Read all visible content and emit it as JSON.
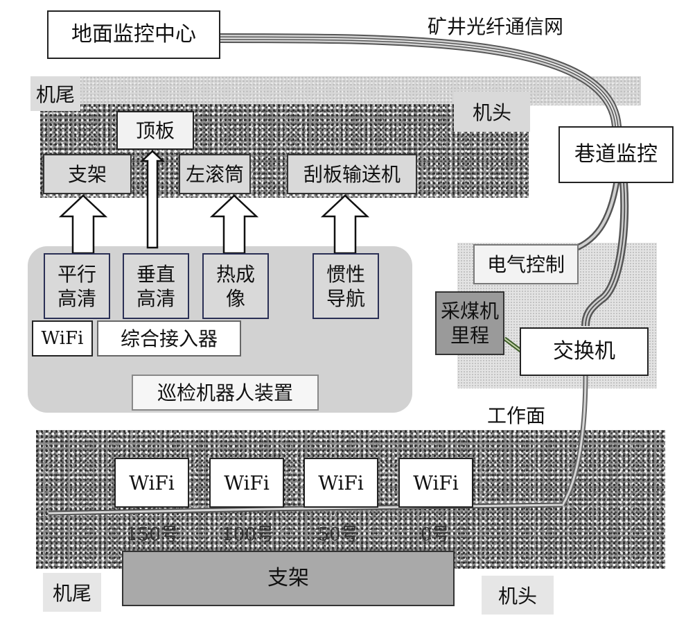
{
  "top": {
    "ground_center": "地面监控中心",
    "network_label": "矿井光纤通信网",
    "roadway_monitor": "巷道监控"
  },
  "upper_face": {
    "tail_label": "机尾",
    "head_label": "机头",
    "roof": "顶板",
    "support": "支架",
    "left_drum": "左滚筒",
    "scraper_conveyor": "刮板输送机"
  },
  "robot": {
    "sensors": [
      {
        "line1": "平行",
        "line2": "高清"
      },
      {
        "line1": "垂直",
        "line2": "高清"
      },
      {
        "line1": "热成",
        "line2": "像"
      },
      {
        "line1": "惯性",
        "line2": "导航"
      }
    ],
    "wifi": "WiFi",
    "access_device": "综合接入器",
    "device_label": "巡检机器人装置"
  },
  "control": {
    "electrical": "电气控制",
    "shearer_mileage_line1": "采煤机",
    "shearer_mileage_line2": "里程",
    "switch": "交换机",
    "face_label": "工作面"
  },
  "lower_face": {
    "wifi_nodes": [
      {
        "label": "WiFi",
        "number": "150号"
      },
      {
        "label": "WiFi",
        "number": "100号"
      },
      {
        "label": "WiFi",
        "number": "50号"
      },
      {
        "label": "WiFi",
        "number": "0号"
      }
    ],
    "support": "支架",
    "tail_label": "机尾",
    "head_label": "机头"
  }
}
